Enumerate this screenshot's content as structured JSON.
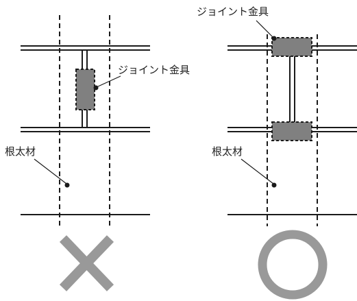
{
  "colors": {
    "line": "#1a1a1a",
    "dash": "#1a1a1a",
    "joint_fill": "#808080",
    "mark": "#999999"
  },
  "left_panel": {
    "joint_label": "ジョイント金具",
    "joist_label": "根太材",
    "verdict_icon": "cross-mark-icon"
  },
  "right_panel": {
    "joint_label": "ジョイント金具",
    "joist_label": "根太材",
    "verdict_icon": "circle-mark-icon"
  }
}
